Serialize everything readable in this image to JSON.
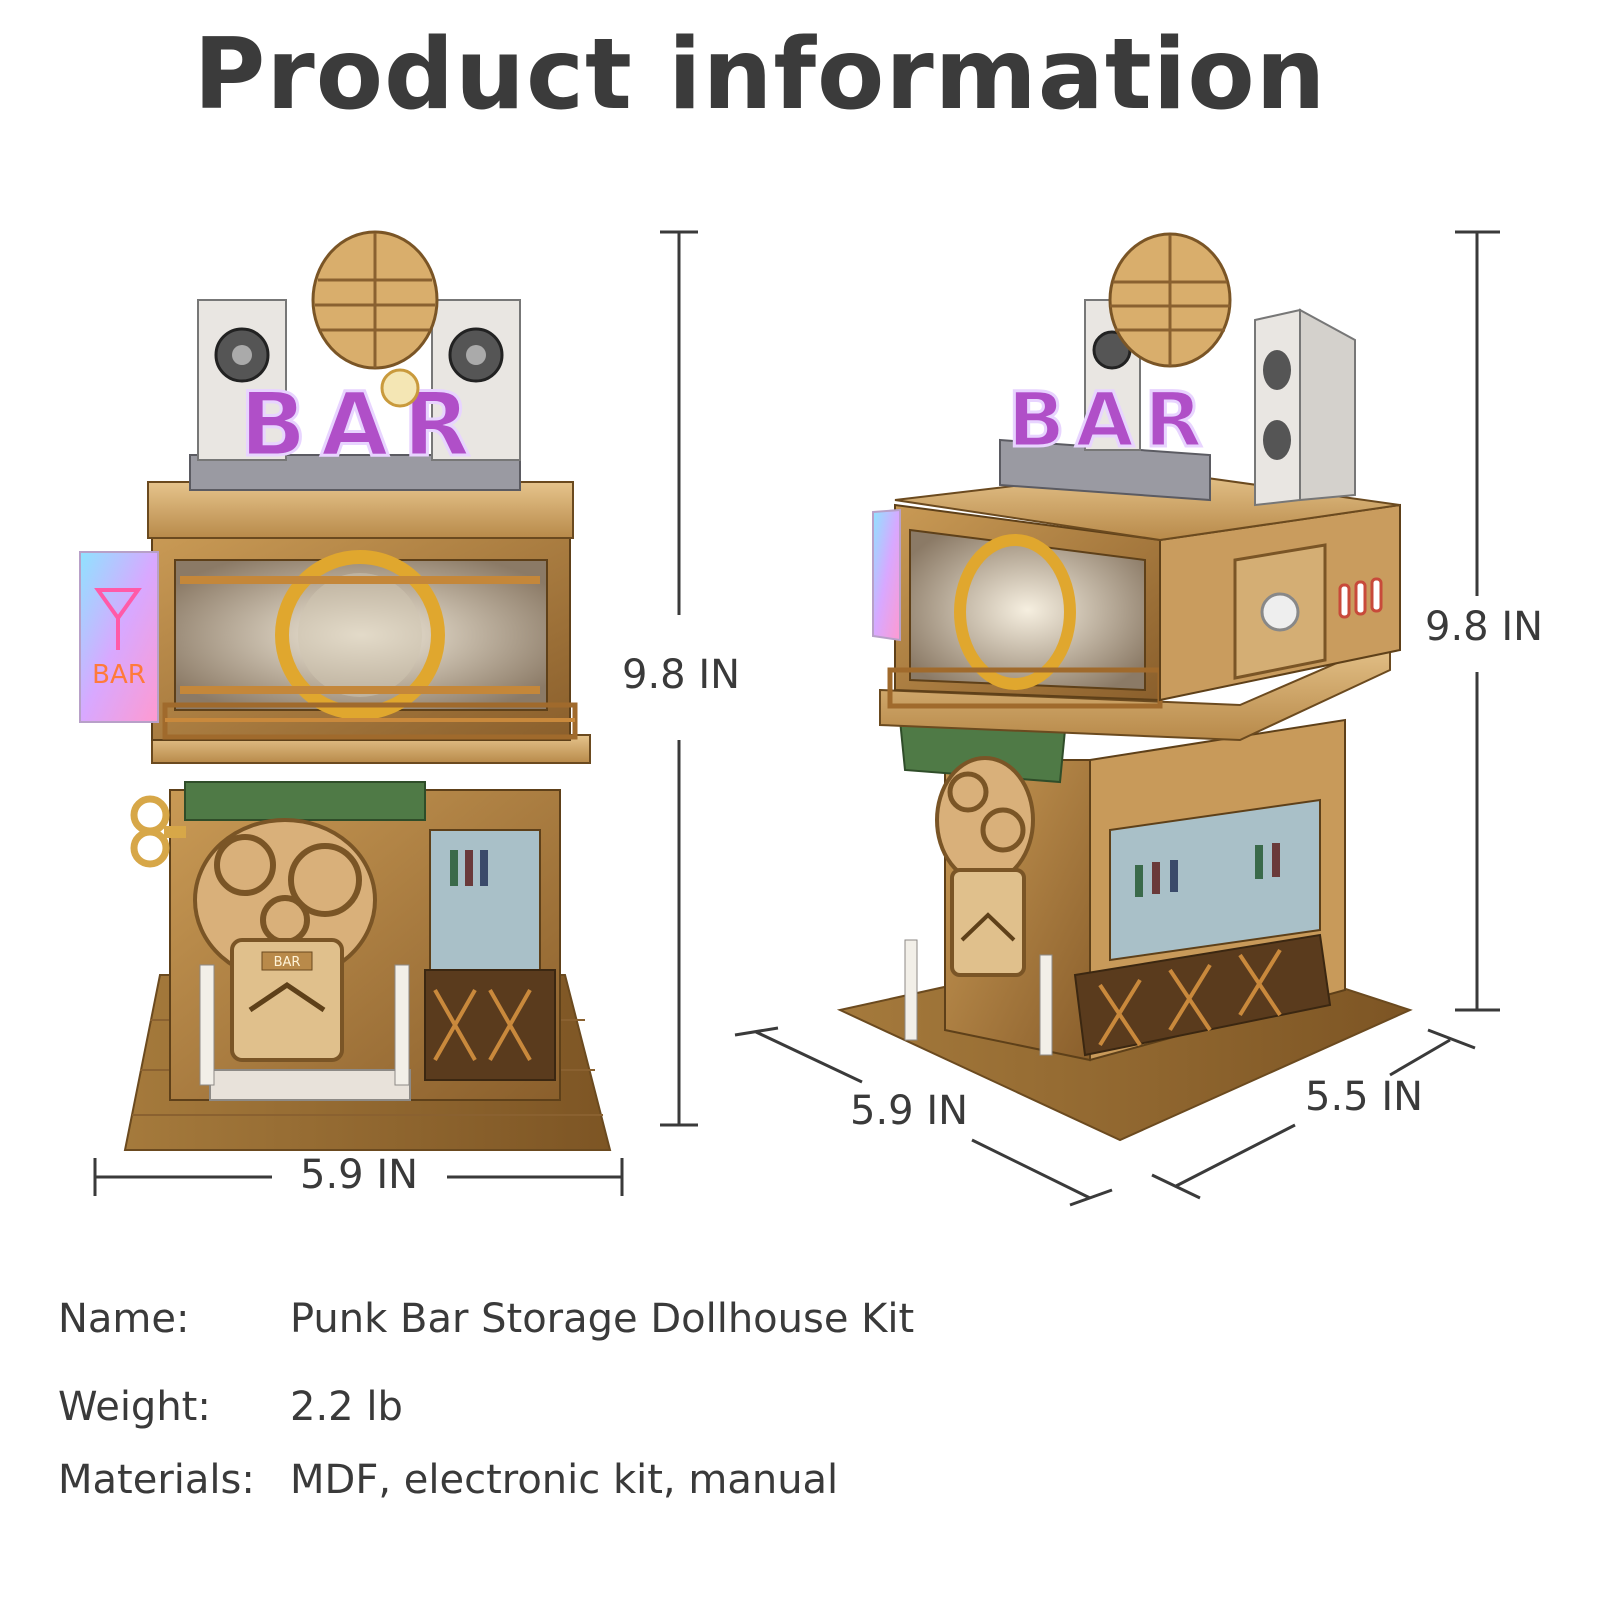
{
  "header": {
    "title": "Product information"
  },
  "dimensions": {
    "front_height": "9.8 IN",
    "front_width": "5.9 IN",
    "side_height": "9.8 IN",
    "side_width": "5.9 IN",
    "side_depth": "5.5 IN"
  },
  "illustration": {
    "sign_text": "BAR",
    "neon_panel_text": "BAR",
    "door_plaque_text": "BAR"
  },
  "specs": [
    {
      "label": "Name:",
      "value": "Punk Bar Storage Dollhouse Kit"
    },
    {
      "label": "Weight:",
      "value": "2.2 lb"
    },
    {
      "label": "Materials:",
      "value": "MDF, electronic kit, manual"
    }
  ]
}
